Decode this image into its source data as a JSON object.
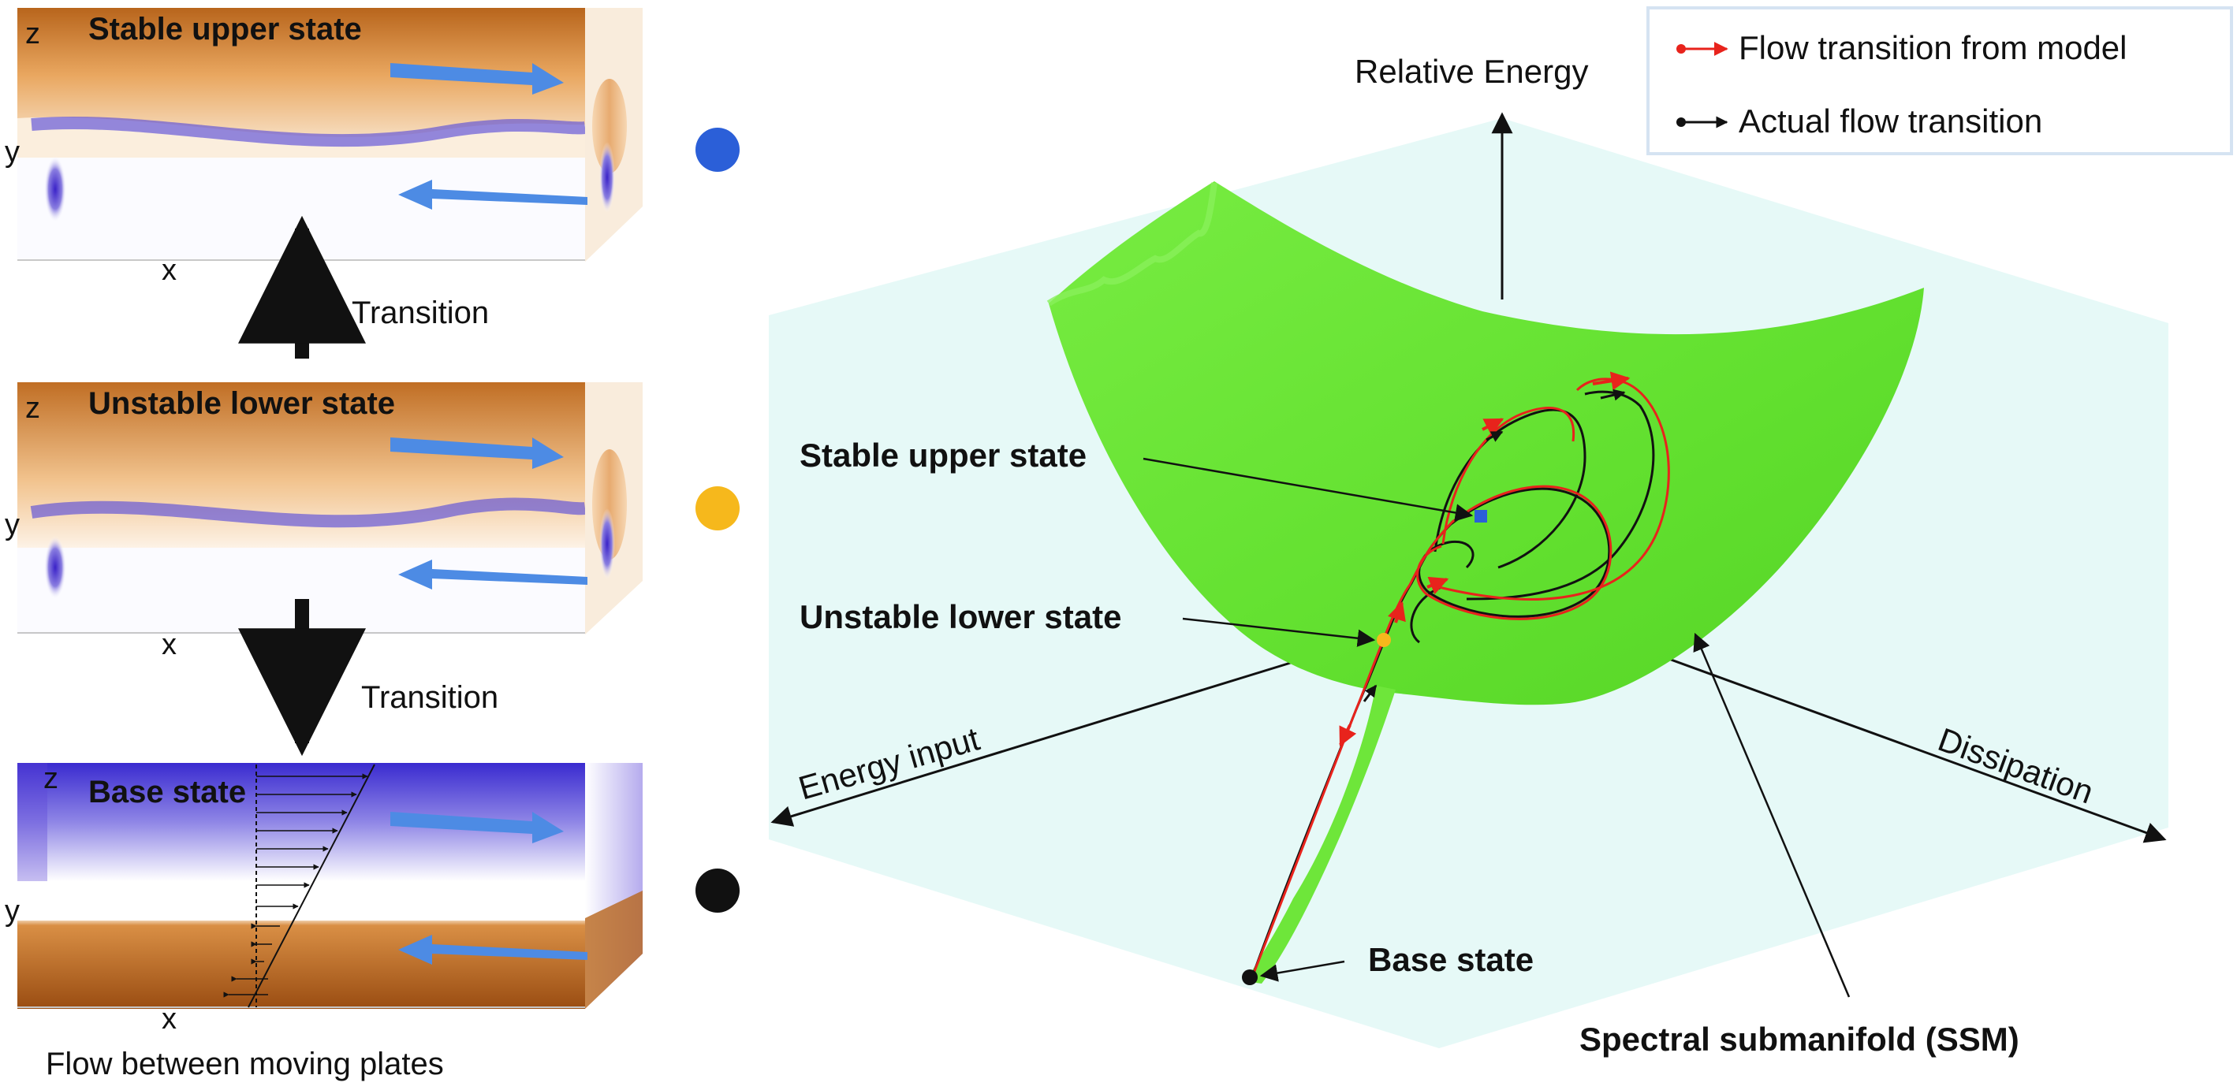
{
  "left_panel": {
    "boxes": [
      {
        "title": "Stable upper state",
        "axis_z": "z",
        "axis_y": "y",
        "axis_x": "x",
        "marker_color": "#2b5fd8"
      },
      {
        "title": "Unstable lower state",
        "axis_z": "z",
        "axis_y": "y",
        "axis_x": "x",
        "marker_color": "#f6b81c"
      },
      {
        "title": "Base state",
        "axis_z": "z",
        "axis_y": "y",
        "axis_x": "x",
        "marker_color": "#111111"
      }
    ],
    "transition_label_1": "Transition",
    "transition_label_2": "Transition",
    "caption": "Flow between moving plates"
  },
  "right_panel": {
    "axis_vertical": "Relative Energy",
    "axis_left": "Energy input",
    "axis_right": "Dissipation",
    "label_stable": "Stable upper state",
    "label_unstable": "Unstable lower state",
    "label_base": "Base state",
    "label_ssm": "Spectral submanifold (SSM)",
    "legend": [
      {
        "label": "Flow transition from model",
        "color": "#e8231c"
      },
      {
        "label": "Actual flow transition",
        "color": "#111111"
      }
    ],
    "colors": {
      "surface": "#6ee63a",
      "plane": "#e6f9f7",
      "model_traj": "#e8231c",
      "actual_traj": "#111111"
    }
  }
}
